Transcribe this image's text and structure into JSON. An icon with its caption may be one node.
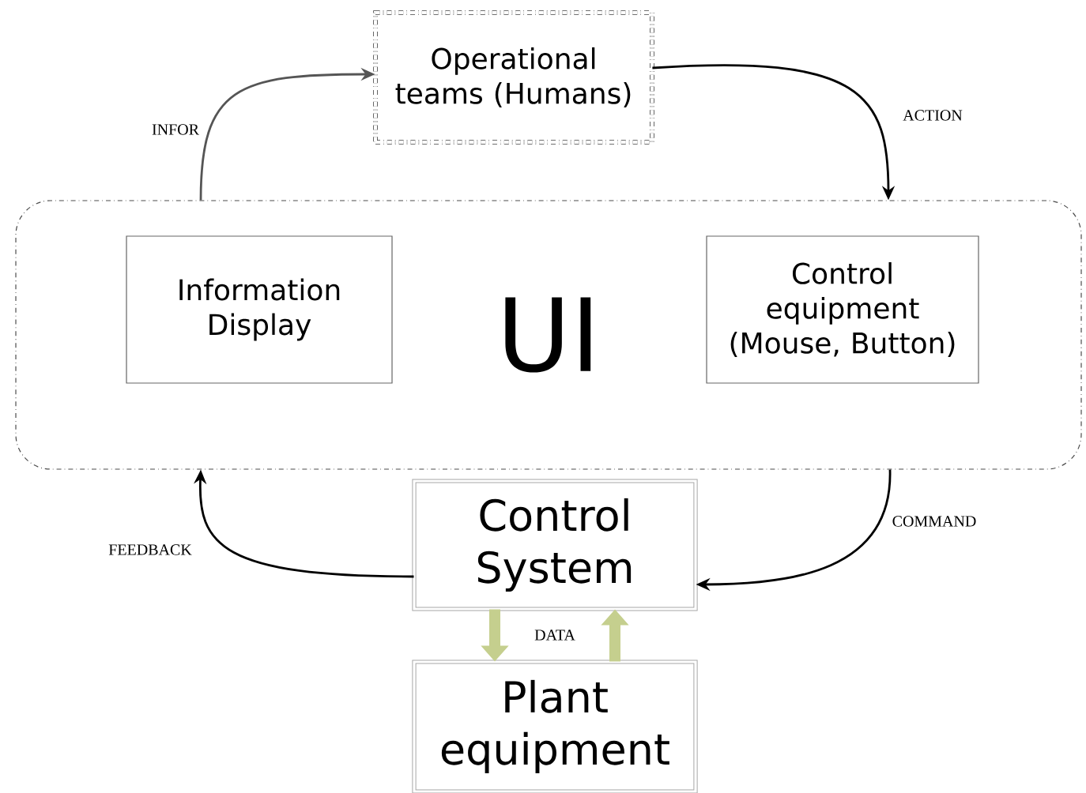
{
  "diagram": {
    "nodes": [
      {
        "text": [
          "Operational teams (Humans)"
        ]
      },
      {
        "text": [
          "UI"
        ]
      },
      {
        "text": [
          "Information Display"
        ],
        "in": 1
      },
      {
        "text": [
          "Control equipment (Mouse, Button)"
        ],
        "in": 1
      },
      {
        "text": [
          "Control System"
        ]
      },
      {
        "text": [
          "Plant equipment"
        ]
      }
    ],
    "edges": [
      {
        "from": 1,
        "to": 0,
        "arrow": "to",
        "label": "INFOR",
        "color": "#555555"
      },
      {
        "from": 0,
        "to": 1,
        "arrow": "to",
        "label": "ACTION"
      },
      {
        "from": 1,
        "to": 4,
        "arrow": "to",
        "label": "COMMAND"
      },
      {
        "from": 4,
        "to": 1,
        "arrow": "to",
        "label": "FEEDBACK"
      },
      {
        "from": 4,
        "to": 5,
        "arrow": "to",
        "label": "DATA",
        "style": "thick",
        "color": "#c5cf8e"
      },
      {
        "from": 5,
        "to": 4,
        "arrow": "to",
        "style": "thick",
        "color": "#c5cf8e"
      }
    ]
  }
}
